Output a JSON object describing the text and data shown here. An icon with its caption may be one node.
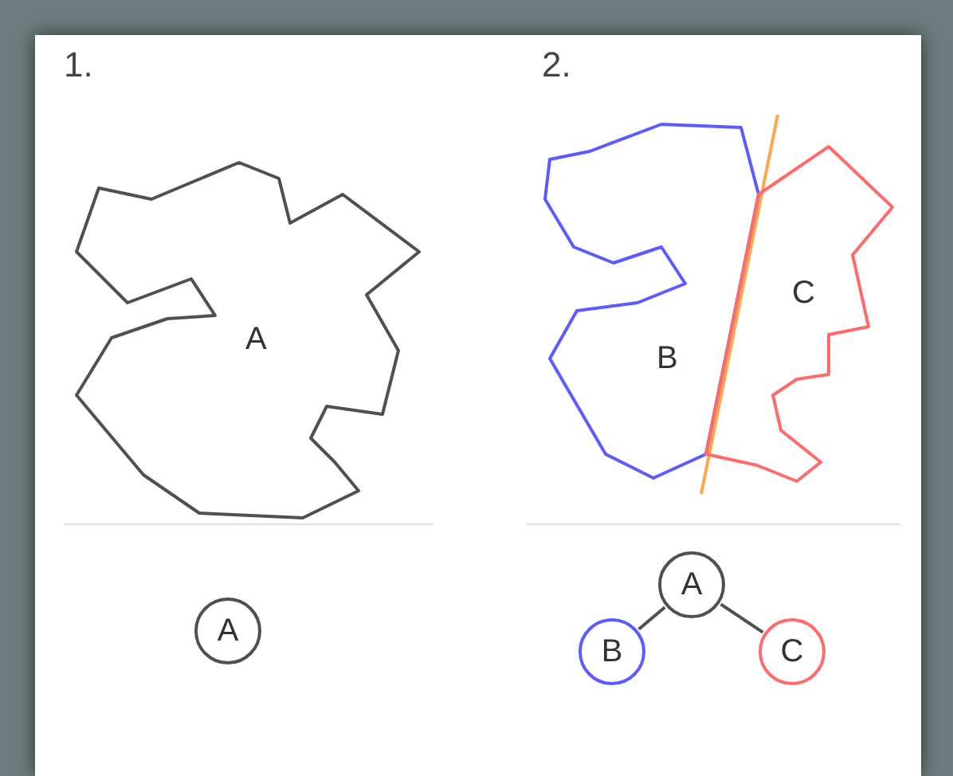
{
  "diagram": {
    "nodes": [
      {
        "text": [
          "A"
        ]
      },
      {
        "text": [
          "B"
        ]
      },
      {
        "text": [
          "C"
        ]
      },
      {
        "text": [
          "A"
        ]
      },
      {
        "text": [
          "A"
        ]
      },
      {
        "text": [
          "B"
        ]
      },
      {
        "text": [
          "C"
        ]
      }
    ],
    "edges": [
      {
        "from": 4,
        "to": 5,
        "arrow": "none"
      },
      {
        "from": 4,
        "to": 6,
        "arrow": "none"
      }
    ],
    "labels": [
      "1.",
      "2."
    ]
  }
}
